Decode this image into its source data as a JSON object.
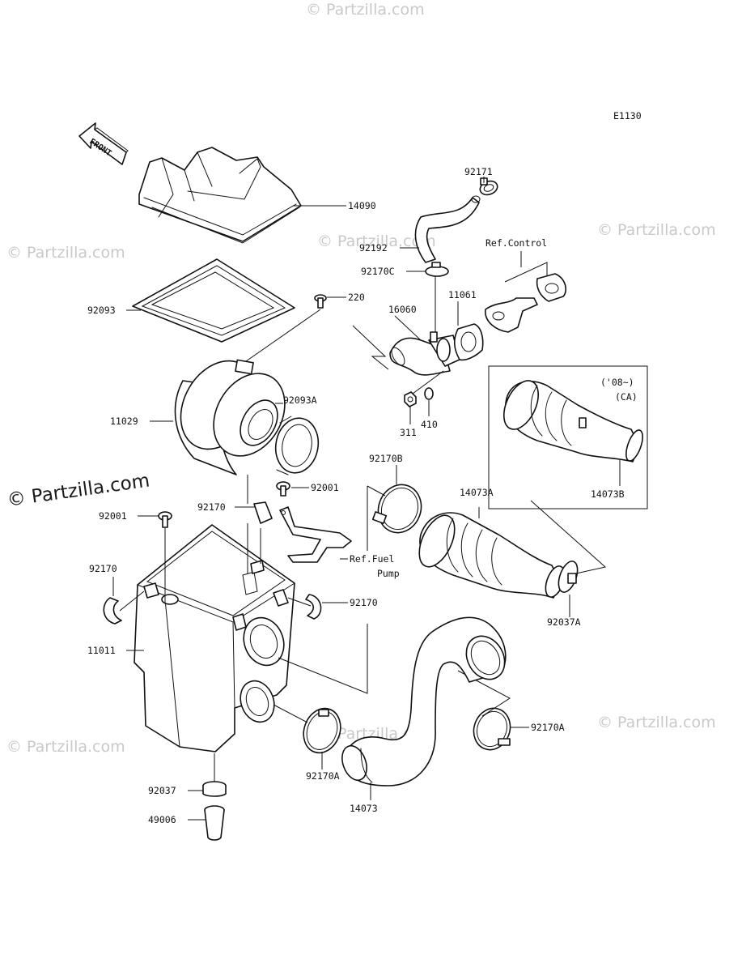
{
  "diagram_code": "E1130",
  "front_label": "FRONT",
  "watermark": "© Partzilla.com",
  "watermark_strong": "© Partzilla.com",
  "callouts": {
    "p14090": "14090",
    "p92093": "92093",
    "p220": "220",
    "p11029": "11029",
    "p92093A": "92093A",
    "p92001a": "92001",
    "p92001b": "92001",
    "p92170a": "92170",
    "p92170b": "92170",
    "p92170c": "92170",
    "p11011": "11011",
    "p92037": "92037",
    "p49006": "49006",
    "p92171": "92171",
    "p92192": "92192",
    "p92170C": "92170C",
    "p16060": "16060",
    "p11061": "11061",
    "p311": "311",
    "p410": "410",
    "p92170B": "92170B",
    "p14073A": "14073A",
    "p92037A": "92037A",
    "p14073B": "14073B",
    "p92170A_a": "92170A",
    "p92170A_b": "92170A",
    "p14073": "14073"
  },
  "references": {
    "control": "Ref.Control",
    "fuel_line1": "Ref.Fuel",
    "fuel_line2": "Pump"
  },
  "variant_box": {
    "line1": "('08~)",
    "line2": "(CA)"
  }
}
